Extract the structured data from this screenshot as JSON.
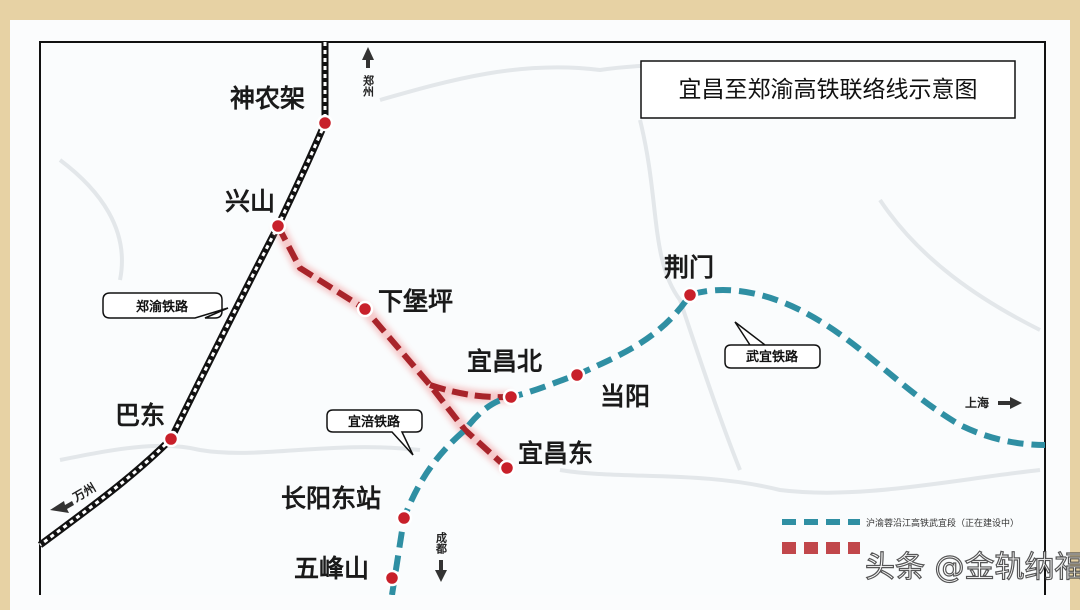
{
  "title": "宜昌至郑渝高铁联络线示意图",
  "stations": [
    {
      "name": "神农架"
    },
    {
      "name": "兴山"
    },
    {
      "name": "下堡坪"
    },
    {
      "name": "宜昌北"
    },
    {
      "name": "当阳"
    },
    {
      "name": "荆门"
    },
    {
      "name": "宜昌东"
    },
    {
      "name": "巴东"
    },
    {
      "name": "长阳东站"
    },
    {
      "name": "五峰山"
    }
  ],
  "railways": {
    "zhengyu": "郑渝铁路",
    "yifu": "宜涪铁路",
    "wuyi": "武宜铁路"
  },
  "directions": {
    "zhengzhou": "郑州",
    "wanzhou": "万州",
    "chengdu": "成都",
    "shanghai": "上海"
  },
  "legend": [
    {
      "label": "沪渝蓉沿江高铁武宜段（正在建设中）",
      "color": "#2f8fa3"
    },
    {
      "label": "",
      "color": "#b8282d"
    }
  ],
  "watermark": "头条 @金轨纳福",
  "colors": {
    "red_line": "#b8282d",
    "blue_line": "#2f8fa3",
    "station": "#c8202a",
    "background": "#e7d2a4"
  }
}
